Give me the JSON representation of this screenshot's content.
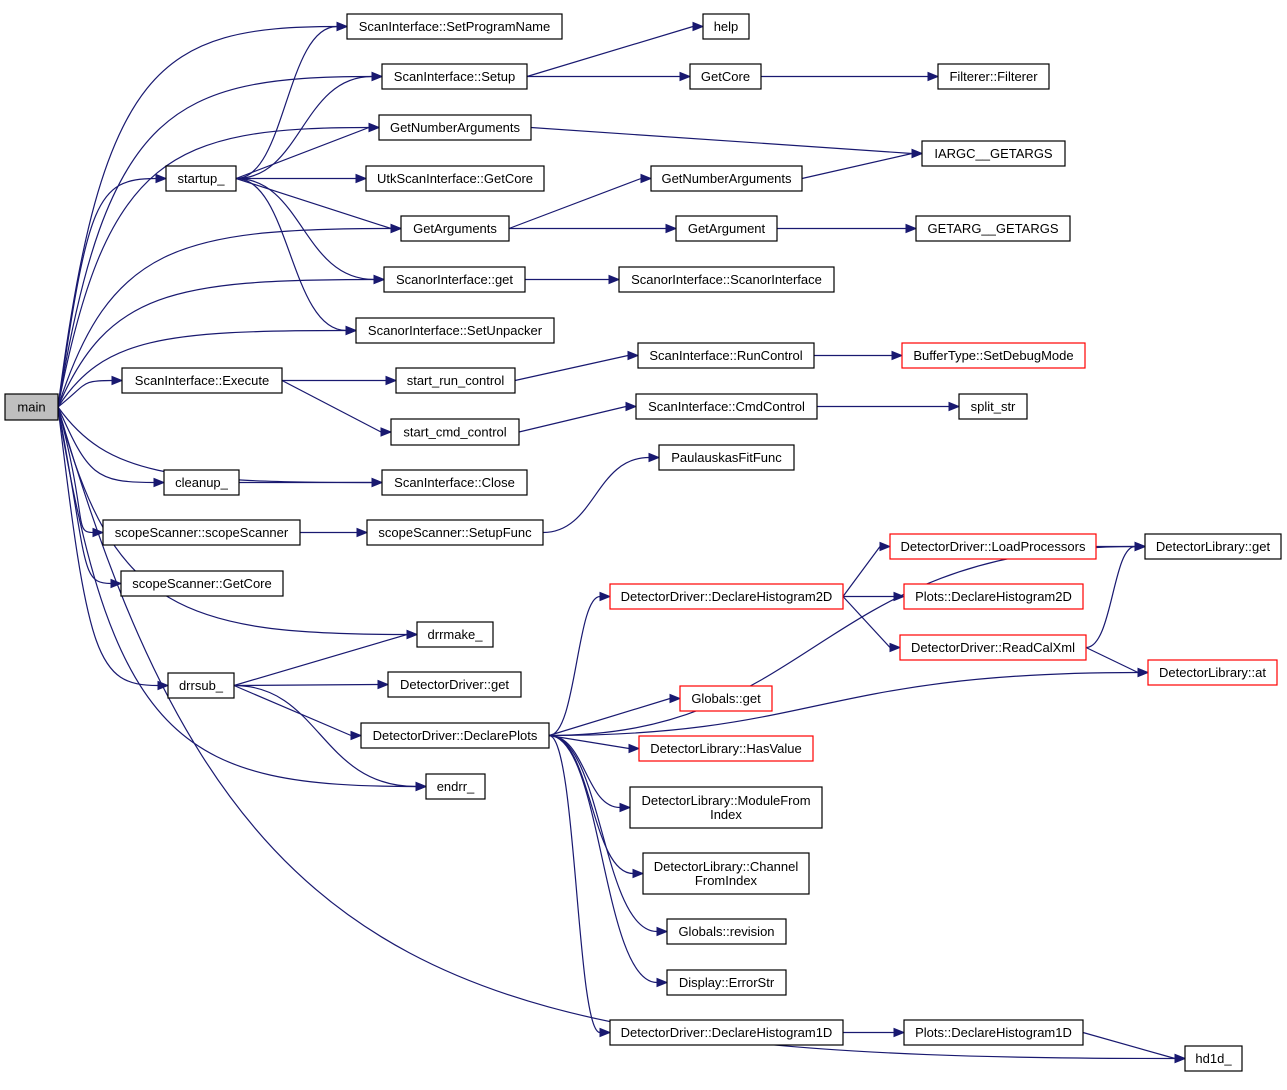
{
  "nodes": {
    "main": {
      "label": [
        "main"
      ],
      "state": "root"
    },
    "startup": {
      "label": [
        "startup_"
      ]
    },
    "execute": {
      "label": [
        "ScanInterface::Execute"
      ]
    },
    "cleanup": {
      "label": [
        "cleanup_"
      ]
    },
    "scopeScanner_ctor": {
      "label": [
        "scopeScanner::scopeScanner"
      ]
    },
    "scopeScanner_getcore": {
      "label": [
        "scopeScanner::GetCore"
      ]
    },
    "drrsub": {
      "label": [
        "drrsub_"
      ]
    },
    "setprogramname": {
      "label": [
        "ScanInterface::SetProgramName"
      ]
    },
    "setup": {
      "label": [
        "ScanInterface::Setup"
      ]
    },
    "getnumargs1": {
      "label": [
        "GetNumberArguments"
      ]
    },
    "utk_getcore": {
      "label": [
        "UtkScanInterface::GetCore"
      ]
    },
    "getarguments": {
      "label": [
        "GetArguments"
      ]
    },
    "scanor_get": {
      "label": [
        "ScanorInterface::get"
      ]
    },
    "scanor_setunpacker": {
      "label": [
        "ScanorInterface::SetUnpacker"
      ]
    },
    "start_run_control": {
      "label": [
        "start_run_control"
      ]
    },
    "start_cmd_control": {
      "label": [
        "start_cmd_control"
      ]
    },
    "scan_close": {
      "label": [
        "ScanInterface::Close"
      ]
    },
    "setupfunc": {
      "label": [
        "scopeScanner::SetupFunc"
      ]
    },
    "drrmake": {
      "label": [
        "drrmake_"
      ]
    },
    "dd_get": {
      "label": [
        "DetectorDriver::get"
      ]
    },
    "declareplots": {
      "label": [
        "DetectorDriver::DeclarePlots"
      ]
    },
    "endrr": {
      "label": [
        "endrr_"
      ]
    },
    "help": {
      "label": [
        "help"
      ]
    },
    "getcore": {
      "label": [
        "GetCore"
      ]
    },
    "getnumargs2": {
      "label": [
        "GetNumberArguments"
      ]
    },
    "getargument": {
      "label": [
        "GetArgument"
      ]
    },
    "scanor_ctor": {
      "label": [
        "ScanorInterface::ScanorInterface"
      ]
    },
    "runcontrol": {
      "label": [
        "ScanInterface::RunControl"
      ]
    },
    "cmdcontrol": {
      "label": [
        "ScanInterface::CmdControl"
      ]
    },
    "paulauskas": {
      "label": [
        "PaulauskasFitFunc"
      ]
    },
    "dd_declhist2d": {
      "label": [
        "DetectorDriver::DeclareHistogram2D"
      ],
      "state": "red"
    },
    "globals_get": {
      "label": [
        "Globals::get"
      ],
      "state": "red"
    },
    "dl_hasvalue": {
      "label": [
        "DetectorLibrary::HasValue"
      ],
      "state": "red"
    },
    "dl_modulefromindex": {
      "label": [
        "DetectorLibrary::ModuleFrom",
        "Index"
      ]
    },
    "dl_channelfromindex": {
      "label": [
        "DetectorLibrary::Channel",
        "FromIndex"
      ]
    },
    "globals_revision": {
      "label": [
        "Globals::revision"
      ]
    },
    "display_errorstr": {
      "label": [
        "Display::ErrorStr"
      ]
    },
    "dd_declhist1d": {
      "label": [
        "DetectorDriver::DeclareHistogram1D"
      ]
    },
    "filterer": {
      "label": [
        "Filterer::Filterer"
      ]
    },
    "iargc": {
      "label": [
        "IARGC__GETARGS"
      ]
    },
    "getarg": {
      "label": [
        "GETARG__GETARGS"
      ]
    },
    "buffertype": {
      "label": [
        "BufferType::SetDebugMode"
      ],
      "state": "red"
    },
    "split_str": {
      "label": [
        "split_str"
      ]
    },
    "dd_loadprocessors": {
      "label": [
        "DetectorDriver::LoadProcessors"
      ],
      "state": "red"
    },
    "plots_declhist2d": {
      "label": [
        "Plots::DeclareHistogram2D"
      ],
      "state": "red"
    },
    "dd_readcalxml": {
      "label": [
        "DetectorDriver::ReadCalXml"
      ],
      "state": "red"
    },
    "plots_declhist1d": {
      "label": [
        "Plots::DeclareHistogram1D"
      ]
    },
    "dl_get": {
      "label": [
        "DetectorLibrary::get"
      ]
    },
    "dl_at": {
      "label": [
        "DetectorLibrary::at"
      ],
      "state": "red"
    },
    "hd1d": {
      "label": [
        "hd1d_"
      ]
    }
  },
  "edges": [
    [
      "main",
      "startup"
    ],
    [
      "main",
      "execute"
    ],
    [
      "main",
      "cleanup"
    ],
    [
      "main",
      "scopeScanner_ctor"
    ],
    [
      "main",
      "scopeScanner_getcore"
    ],
    [
      "main",
      "drrsub"
    ],
    [
      "main",
      "setprogramname"
    ],
    [
      "main",
      "setup"
    ],
    [
      "main",
      "getnumargs1"
    ],
    [
      "main",
      "getarguments"
    ],
    [
      "main",
      "scanor_get"
    ],
    [
      "main",
      "scanor_setunpacker"
    ],
    [
      "main",
      "scan_close"
    ],
    [
      "main",
      "drrmake"
    ],
    [
      "main",
      "endrr"
    ],
    [
      "main",
      "hd1d"
    ],
    [
      "startup",
      "setprogramname"
    ],
    [
      "startup",
      "setup"
    ],
    [
      "startup",
      "getnumargs1"
    ],
    [
      "startup",
      "utk_getcore"
    ],
    [
      "startup",
      "getarguments"
    ],
    [
      "startup",
      "scanor_get"
    ],
    [
      "startup",
      "scanor_setunpacker"
    ],
    [
      "execute",
      "start_run_control"
    ],
    [
      "execute",
      "start_cmd_control"
    ],
    [
      "cleanup",
      "scan_close"
    ],
    [
      "scopeScanner_ctor",
      "setupfunc"
    ],
    [
      "drrsub",
      "drrmake"
    ],
    [
      "drrsub",
      "dd_get"
    ],
    [
      "drrsub",
      "declareplots"
    ],
    [
      "drrsub",
      "endrr"
    ],
    [
      "setup",
      "help"
    ],
    [
      "setup",
      "getcore"
    ],
    [
      "getnumargs1",
      "iargc"
    ],
    [
      "getarguments",
      "getnumargs2"
    ],
    [
      "getarguments",
      "getargument"
    ],
    [
      "scanor_get",
      "scanor_ctor"
    ],
    [
      "start_run_control",
      "runcontrol"
    ],
    [
      "start_cmd_control",
      "cmdcontrol"
    ],
    [
      "setupfunc",
      "paulauskas"
    ],
    [
      "declareplots",
      "dl_get"
    ],
    [
      "declareplots",
      "dd_declhist2d"
    ],
    [
      "declareplots",
      "dl_at"
    ],
    [
      "declareplots",
      "globals_get"
    ],
    [
      "declareplots",
      "dl_hasvalue"
    ],
    [
      "declareplots",
      "dl_modulefromindex"
    ],
    [
      "declareplots",
      "dl_channelfromindex"
    ],
    [
      "declareplots",
      "globals_revision"
    ],
    [
      "declareplots",
      "display_errorstr"
    ],
    [
      "declareplots",
      "dd_declhist1d"
    ],
    [
      "getcore",
      "filterer"
    ],
    [
      "getnumargs2",
      "iargc"
    ],
    [
      "getargument",
      "getarg"
    ],
    [
      "runcontrol",
      "buffertype"
    ],
    [
      "cmdcontrol",
      "split_str"
    ],
    [
      "dd_declhist2d",
      "dd_loadprocessors"
    ],
    [
      "dd_declhist2d",
      "plots_declhist2d"
    ],
    [
      "dd_declhist2d",
      "dd_readcalxml"
    ],
    [
      "dd_declhist1d",
      "plots_declhist1d"
    ],
    [
      "dd_loadprocessors",
      "dl_get"
    ],
    [
      "dd_readcalxml",
      "dl_get"
    ],
    [
      "dd_readcalxml",
      "dl_at"
    ],
    [
      "plots_declhist1d",
      "hd1d"
    ]
  ]
}
